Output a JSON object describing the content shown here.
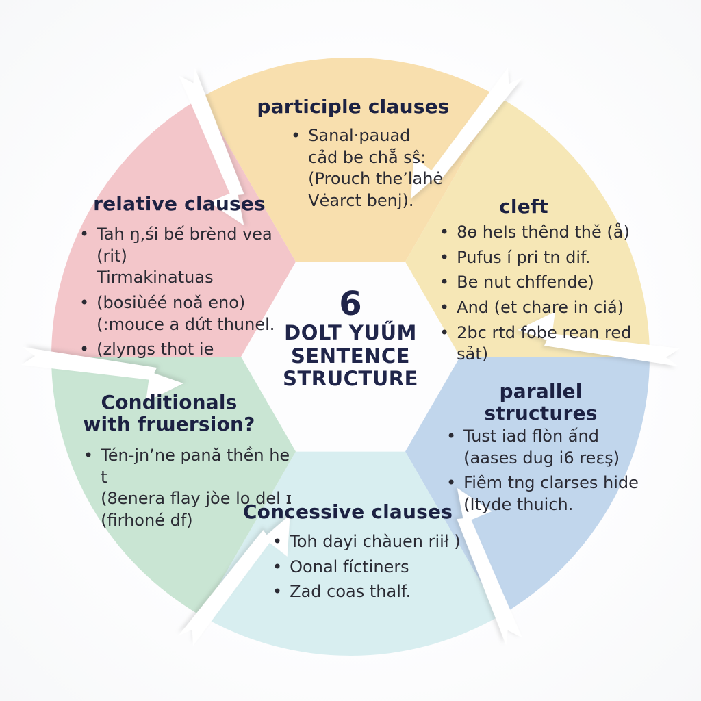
{
  "diagram_title": "6 DOLT YUŰM SENTENCE STRUCTURE",
  "center": {
    "number": "6",
    "line1": "DOLT YUŰM",
    "line2": "SENTENCE",
    "line3": "STRUCTURE"
  },
  "colors": {
    "background": "#fcfcfd",
    "ribbon_arrow": "#ffffff",
    "title_text": "#1c2142",
    "body_text": "#2a2a33",
    "center_text": "#20254a"
  },
  "segments": [
    {
      "id": "participle-clauses",
      "position": "top",
      "color": "#f8dfae",
      "title": "participle clauses",
      "bullets": [
        "Sanal·pauad\ncảd be chẵ sŝ:\n(Prouch theʼlahė\nVėarct benj)."
      ]
    },
    {
      "id": "cleft",
      "position": "top-right",
      "color": "#f6e7b6",
      "title": "cleft",
      "bullets": [
        "8ɵ heIs thênd thě (å)",
        "Pufus í pri tn dif.",
        "Be nut chffende)",
        "And (et chare in ciá)",
        "2bc rtd fobe rean red sảt)"
      ]
    },
    {
      "id": "parallel-structures",
      "position": "bottom-right",
      "color": "#c1d6ec",
      "title": "parallel\nstructures",
      "bullets": [
        "Tust iad flòn ấnd\n(aases dug i6 reεş)",
        "Fiêm tng clarses hide\n(Ityde thuich."
      ]
    },
    {
      "id": "concessive-clauses",
      "position": "bottom",
      "color": "#d8eef0",
      "title": "Concessive clauses",
      "bullets": [
        "Toh dayi chàuen riił )",
        "Oonal fíctiners",
        "Zad coas thalf."
      ]
    },
    {
      "id": "conditionals-with-inversion",
      "position": "bottom-left",
      "color": "#c9e5d3",
      "title": "Conditionals\nwith frɯersion?",
      "bullets": [
        "Tén-jnʼne panǎ thền he t\n(8enera flay jòe lo del ɪ\n(firhoné df)"
      ]
    },
    {
      "id": "relative-clauses",
      "position": "top-left",
      "color": "#f3c6ca",
      "title": "relative clauses",
      "bullets": [
        "Tah ŋ,śi bế brènd vea (rit)\nTirmakinatuas",
        "(bosiùéé noǎ eno)\n(:mouce a dứt thunel.",
        "(zlyngs thot ie"
      ]
    }
  ]
}
